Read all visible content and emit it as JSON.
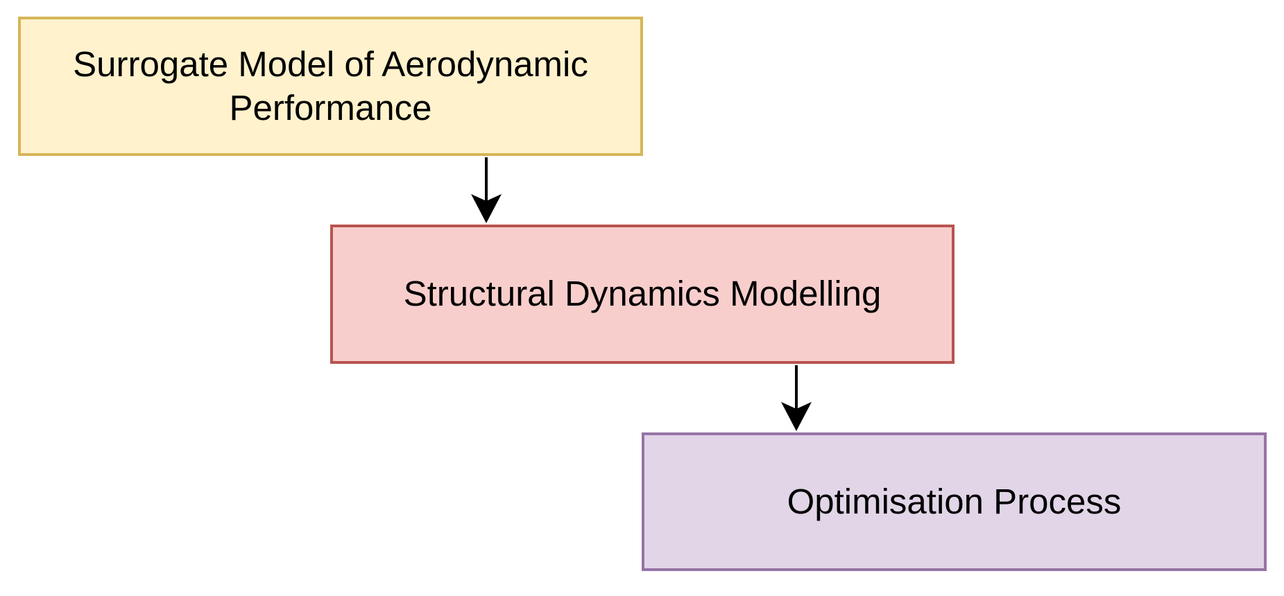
{
  "diagram": {
    "nodes": [
      {
        "id": "surrogate",
        "lines": [
          "Surrogate Model of Aerodynamic",
          "Performance"
        ],
        "fill": "#fff2cc",
        "stroke": "#d6b656"
      },
      {
        "id": "structural",
        "lines": [
          "Structural Dynamics Modelling"
        ],
        "fill": "#f8cecc",
        "stroke": "#b85450"
      },
      {
        "id": "optimisation",
        "lines": [
          "Optimisation Process"
        ],
        "fill": "#e1d5e7",
        "stroke": "#9673a6"
      }
    ],
    "edges": [
      {
        "from": "surrogate",
        "to": "structural"
      },
      {
        "from": "structural",
        "to": "optimisation"
      }
    ],
    "edge_color": "#000000"
  }
}
